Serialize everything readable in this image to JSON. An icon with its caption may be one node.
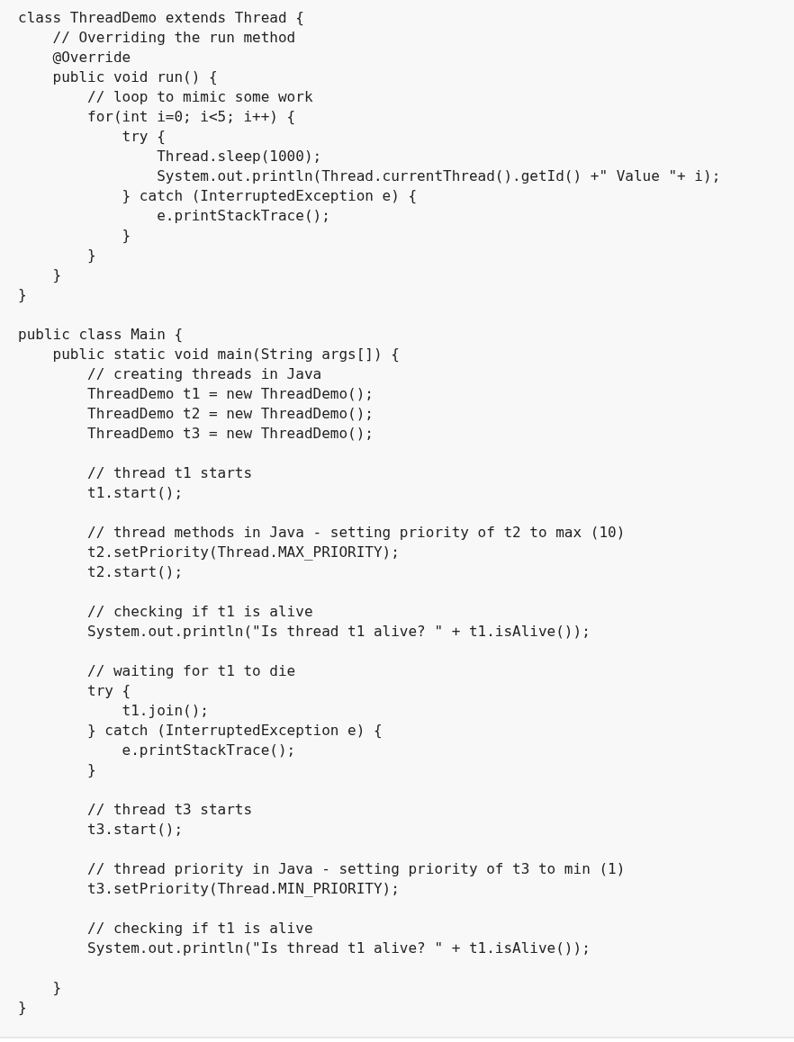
{
  "diagram": {
    "labels": [
      "class ThreadDemo extends Thread {",
      "    // Overriding the run method",
      "    @Override",
      "    public void run() {",
      "        // loop to mimic some work",
      "        for(int i=0; i<5; i++) {",
      "            try {",
      "                Thread.sleep(1000);",
      "                System.out.println(Thread.currentThread().getId() +\" Value \"+ i);",
      "            } catch (InterruptedException e) {",
      "                e.printStackTrace();",
      "            }",
      "        }",
      "    }",
      "}",
      "public class Main {",
      "    public static void main(String args[]) {",
      "        // creating threads in Java",
      "        ThreadDemo t1 = new ThreadDemo();",
      "        ThreadDemo t2 = new ThreadDemo();",
      "        ThreadDemo t3 = new ThreadDemo();",
      "        // thread t1 starts",
      "        t1.start();",
      "        // thread methods in Java - setting priority of t2 to max (10)",
      "        t2.setPriority(Thread.MAX_PRIORITY);",
      "        t2.start();",
      "        // checking if t1 is alive",
      "        System.out.println(\"Is thread t1 alive? \" + t1.isAlive());",
      "        // waiting for t1 to die",
      "        try {",
      "            t1.join();",
      "        } catch (InterruptedException e) {",
      "            e.printStackTrace();",
      "        }",
      "        // thread t3 starts",
      "        t3.start();",
      "        // thread priority in Java - setting priority of t3 to min (1)",
      "        t3.setPriority(Thread.MIN_PRIORITY);",
      "        // checking if t1 is alive",
      "        System.out.println(\"Is thread t1 alive? \" + t1.isAlive());",
      "    }",
      "}"
    ]
  }
}
